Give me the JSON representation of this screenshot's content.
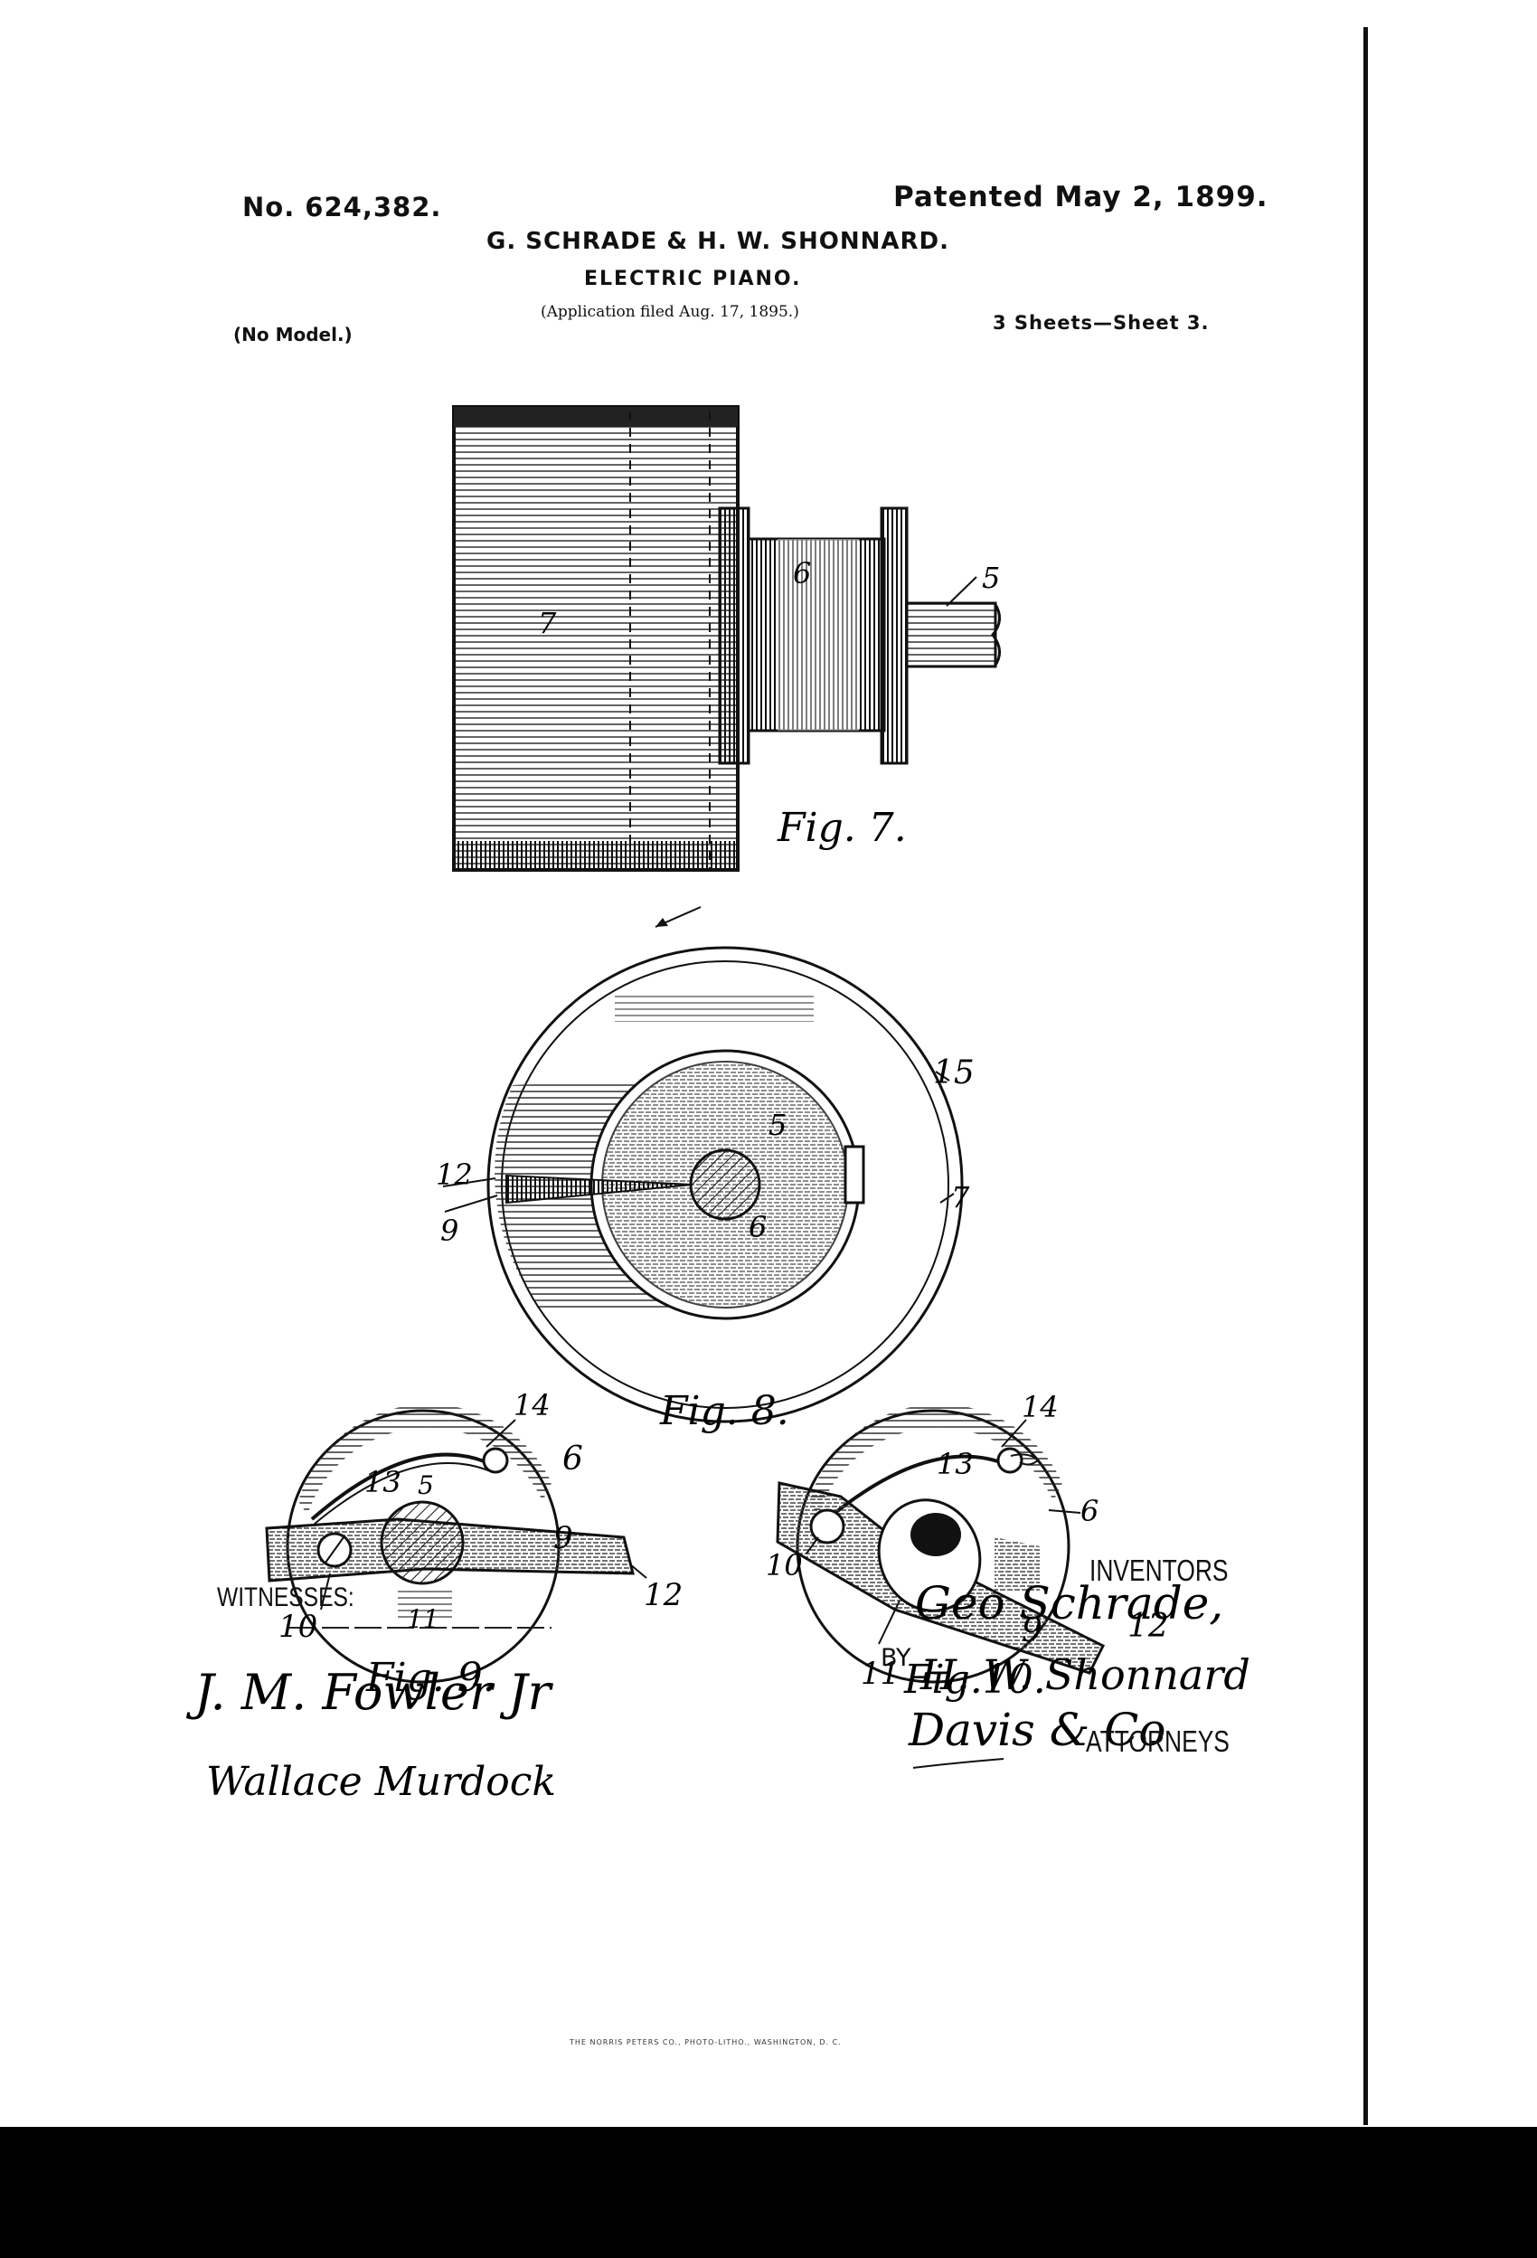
{
  "header": {
    "patent_number": "No. 624,382.",
    "patented_date": "Patented May 2, 1899.",
    "inventors_line": "G. SCHRADE & H. W. SHONNARD.",
    "title": "ELECTRIC PIANO.",
    "application": "(Application filed Aug. 17, 1895.)",
    "model": "(No Model.)",
    "sheets": "3 Sheets—Sheet 3."
  },
  "figures": {
    "fig7": {
      "caption": "Fig. 7.",
      "labels": [
        "7",
        "6",
        "5"
      ]
    },
    "fig8": {
      "caption": "Fig. 8.",
      "labels": [
        "15",
        "5",
        "7",
        "12",
        "9",
        "6"
      ]
    },
    "fig9": {
      "caption": "Fig. 9.",
      "labels": [
        "13",
        "14",
        "5",
        "6",
        "9",
        "12",
        "10",
        "11"
      ]
    },
    "fig10": {
      "caption": "Fig.10.",
      "labels": [
        "13",
        "14",
        "6",
        "10",
        "9",
        "12",
        "11"
      ]
    }
  },
  "signatures": {
    "witnesses_label": "WITNESSES:",
    "witness_1": "J. M. Fowler Jr",
    "witness_2": "Wallace Murdock",
    "inventors_label": "INVENTORS",
    "inventor_1": "Geo Schrade,",
    "by_label": "BY",
    "inventor_2": "H. W. Shonnard",
    "attorney": "Davis & Co",
    "attorneys_label": "ATTORNEYS"
  },
  "footer": {
    "printer": "THE NORRIS PETERS CO., PHOTO-LITHO., WASHINGTON, D. C."
  }
}
